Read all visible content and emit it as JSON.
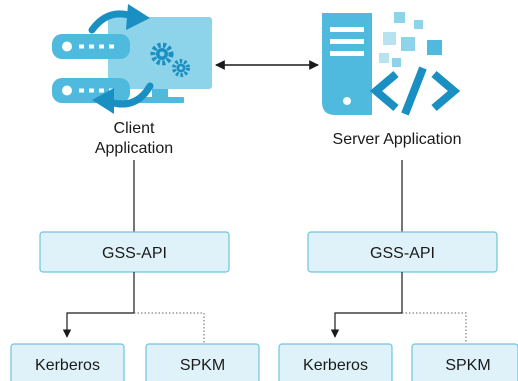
{
  "client": {
    "label_line1": "Client",
    "label_line2": "Application"
  },
  "server": {
    "label": "Server Application"
  },
  "left_stack": {
    "api_label": "GSS-API",
    "mech_1": "Kerberos",
    "mech_2": "SPKM"
  },
  "right_stack": {
    "api_label": "GSS-API",
    "mech_1": "Kerberos",
    "mech_2": "SPKM"
  },
  "colors": {
    "box_fill": "#dff2f9",
    "box_stroke": "#6fc3de",
    "icon_light": "#8dd3ea",
    "icon_mid": "#4fb9de",
    "icon_dark": "#1a8fc2",
    "line": "#1a1a1a",
    "dotted": "#666666"
  }
}
